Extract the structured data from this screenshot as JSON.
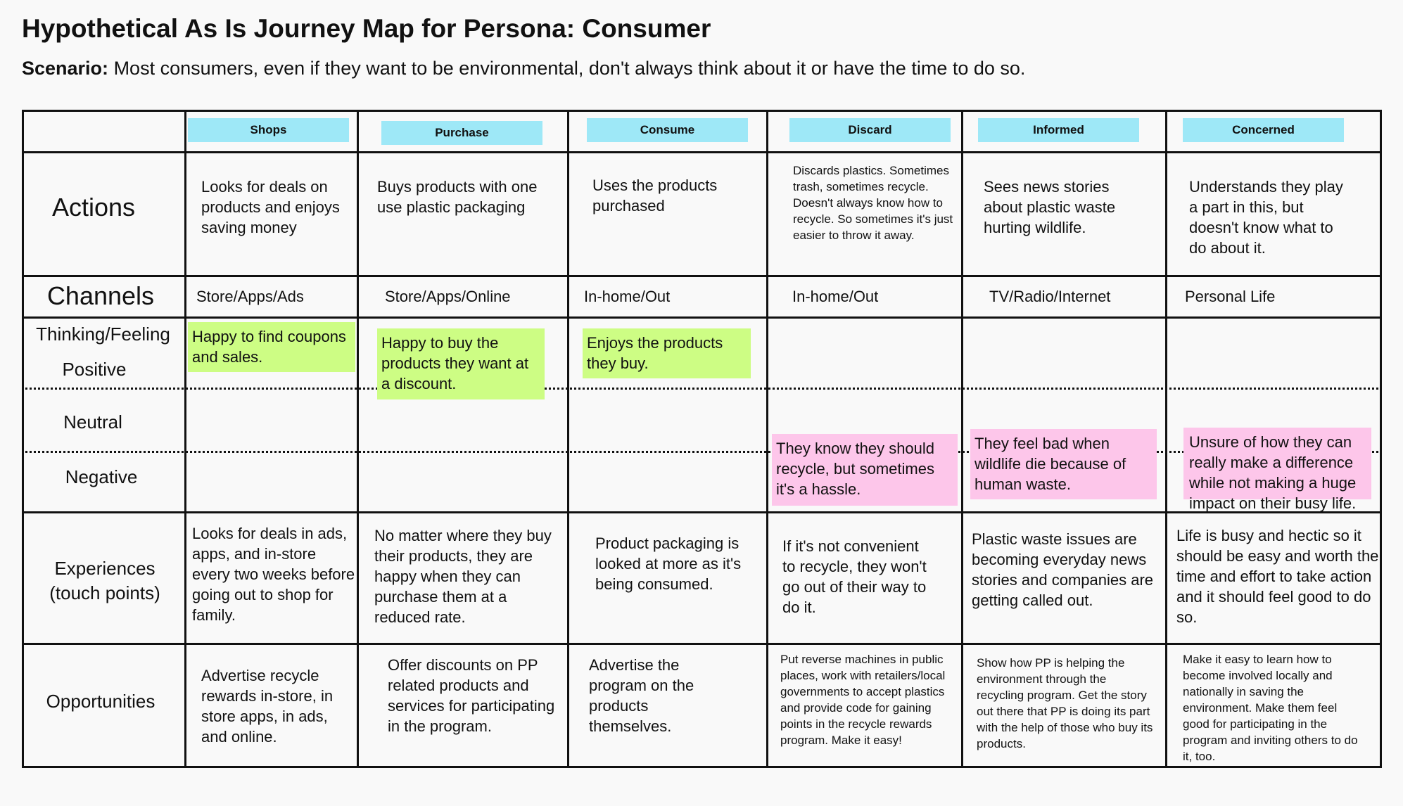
{
  "title": "Hypothetical As Is Journey Map for Persona: Consumer",
  "scenario": {
    "label": "Scenario:",
    "text": "Most consumers, even if they want to be environmental, don't always think about it or have the time to do so."
  },
  "stages": [
    "Shops",
    "Purchase",
    "Consume",
    "Discard",
    "Informed",
    "Concerned"
  ],
  "rows": {
    "actions": "Actions",
    "channels": "Channels",
    "thinking_feeling": "Thinking/Feeling",
    "positive": "Positive",
    "neutral": "Neutral",
    "negative": "Negative",
    "experiences_line1": "Experiences",
    "experiences_line2": "(touch points)",
    "opportunities": "Opportunities"
  },
  "actions": [
    "Looks for deals on products and enjoys saving money",
    "Buys products with one use plastic packaging",
    "Uses the products purchased",
    "Discards plastics. Sometimes trash, sometimes recycle. Doesn't always know how to recycle. So sometimes it's just easier to throw it away.",
    "Sees news stories about plastic waste hurting wildlife.",
    "Understands they play a part in this, but doesn't know what to do about it."
  ],
  "channels": [
    "Store/Apps/Ads",
    "Store/Apps/Online",
    "In-home/Out",
    "In-home/Out",
    "TV/Radio/Internet",
    "Personal Life"
  ],
  "feelings": {
    "positive": [
      "Happy to find coupons and sales.",
      "Happy to buy the products they want at a discount.",
      "Enjoys the products they buy."
    ],
    "negative": [
      "They know they should recycle, but sometimes it's a hassle.",
      "They feel bad when wildlife die because of human waste.",
      "Unsure of how they can really make a difference while not making a huge impact on their busy life."
    ]
  },
  "experiences": [
    "Looks for deals in ads, apps, and in-store every two weeks before going out to shop for family.",
    "No matter where they buy their products, they are happy when they can purchase them at a reduced rate.",
    "Product packaging is looked at more as it's being consumed.",
    "If it's not convenient to recycle, they won't go out of their way to do it.",
    "Plastic waste issues are becoming everyday news stories and companies are getting called out.",
    "Life is busy and hectic so it should be easy and worth the time and effort to take action and it should feel good to do so."
  ],
  "opportunities": [
    "Advertise recycle rewards in-store, in store apps, in ads, and online.",
    "Offer discounts on PP related products and services  for participating in the program.",
    "Advertise the program on the products themselves.",
    "Put reverse machines in public places, work with retailers/local governments to accept plastics and provide code for gaining points in the recycle rewards program. Make it easy!",
    "Show how PP is helping the environment through the recycling program. Get the story out there that PP is doing its part with the help of those who buy its products.",
    "Make it easy to learn how to become involved locally and nationally in saving the environment. Make them feel good for participating in the program and inviting others to do it, too."
  ],
  "colors": {
    "stage_header": "#9ee8f7",
    "positive_note": "#cdfd84",
    "negative_note": "#fdc6ea"
  }
}
